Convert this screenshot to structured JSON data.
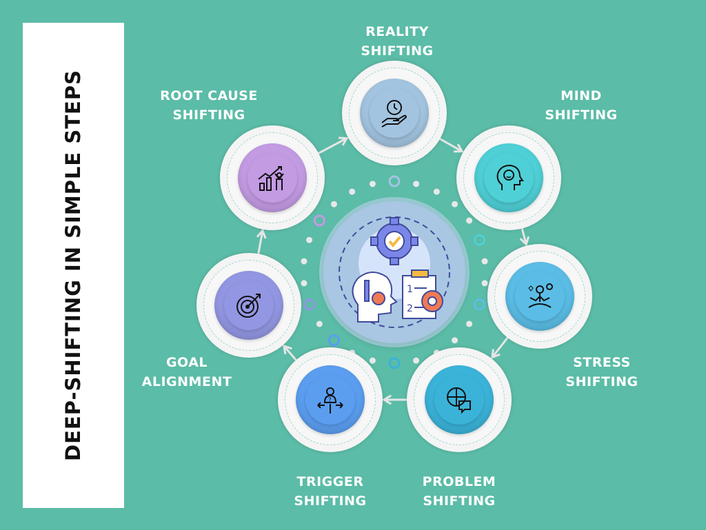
{
  "title": "DEEP-SHIFTING IN SIMPLE STEPS",
  "steps": [
    {
      "line1": "REALITY",
      "line2": "SHIFTING",
      "icon": "clock-in-hand-icon",
      "color": "#a3c4e0"
    },
    {
      "line1": "MIND",
      "line2": "SHIFTING",
      "icon": "smiling-head-icon",
      "color": "#4fd0d6"
    },
    {
      "line1": "STRESS",
      "line2": "SHIFTING",
      "icon": "meditation-icon",
      "color": "#5bbde6"
    },
    {
      "line1": "PROBLEM",
      "line2": "SHIFTING",
      "icon": "puzzle-globe-icon",
      "color": "#3bb3d9"
    },
    {
      "line1": "TRIGGER",
      "line2": "SHIFTING",
      "icon": "crossroads-person-icon",
      "color": "#5b9ef0"
    },
    {
      "line1": "GOAL",
      "line2": "ALIGNMENT",
      "icon": "target-icon",
      "color": "#9397e3"
    },
    {
      "line1": "ROOT CAUSE",
      "line2": "SHIFTING",
      "icon": "growth-chart-icon",
      "color": "#c39be3"
    }
  ],
  "center_icon": "mind-gear-checklist-icon",
  "colors": {
    "background": "#5bbca7",
    "panel": "#ffffff"
  }
}
